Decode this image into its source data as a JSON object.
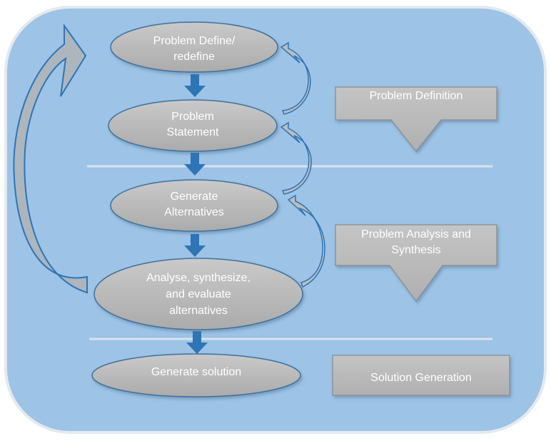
{
  "colors": {
    "panel_fill": "#9dc3e6",
    "panel_stroke": "#dde3ea",
    "node_fill": "#bdbdbd",
    "node_stroke": "#41719c",
    "down_arrow": "#2e75b6",
    "divider": "#d9e2ec",
    "side_box_fill": "#bfbfbf",
    "side_box_stroke": "#8c8c8c"
  },
  "nodes": {
    "define": {
      "line1": "Problem Define/",
      "line2": "redefine"
    },
    "statement": {
      "line1": "Problem",
      "line2": "Statement"
    },
    "generate_alternatives": {
      "line1": "Generate",
      "line2": "Alternatives"
    },
    "analyse": {
      "line1": "Analyse, synthesize,",
      "line2": "and evaluate",
      "line3": "alternatives"
    },
    "solution": {
      "line1": "Generate solution"
    }
  },
  "phases": {
    "definition": {
      "line1": "Problem Definition"
    },
    "analysis": {
      "line1": "Problem Analysis and",
      "line2": "Synthesis"
    },
    "generation": {
      "line1": "Solution Generation"
    }
  },
  "icons": {
    "down_arrows": "arrow-down-icon",
    "feedback_arrows": "curved-arrow-icon",
    "loop_arrow": "big-curved-arrow-icon"
  }
}
